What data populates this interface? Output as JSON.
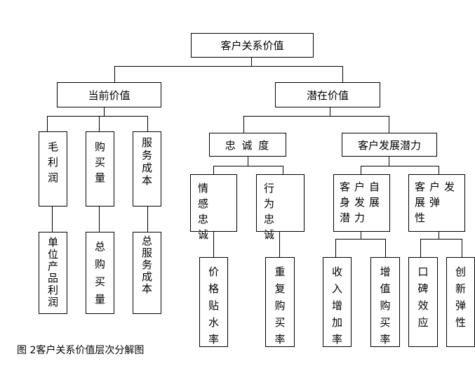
{
  "caption": "图 2客户关系价值层次分解图",
  "root": "客户关系价值",
  "current_value": {
    "label": "当前价值",
    "children": [
      "毛利润",
      "购买量",
      "服务成本"
    ],
    "metrics": [
      "单位产品利润",
      "总购买量",
      "总服务成本"
    ]
  },
  "potential_value": {
    "label": "潜在价值",
    "loyalty": {
      "label": "忠 诚 度",
      "children": [
        "情 感 忠 诚",
        "行 为 忠 诚"
      ],
      "metrics": [
        "价格贴水率",
        "重复购买率"
      ]
    },
    "development": {
      "label": "客户发展潜力",
      "children": [
        "客户自身发展潜力",
        "客户发展弹 性"
      ],
      "metrics": [
        "收入增加率",
        "增值购买率",
        "口碑效应",
        "创新弹性"
      ]
    }
  }
}
